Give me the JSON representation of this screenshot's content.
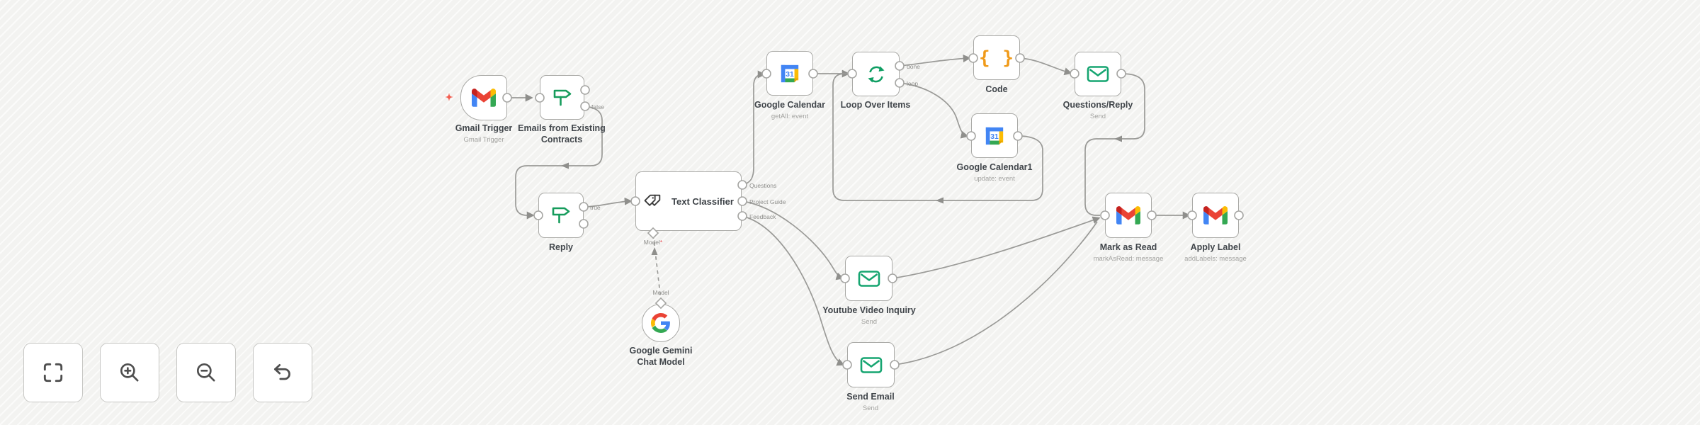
{
  "app": "workflow-editor-canvas",
  "colors": {
    "canvas_bg": "#f3f3f1",
    "node_border": "#a9a9a6",
    "wire": "#9a9a97",
    "switch_green": "#169c5c",
    "email_green": "#16a571",
    "loop_green": "#0f9e63",
    "code_orange": "#f09a19",
    "marker_red": "#f35c4e",
    "google_blue": "#4285f4",
    "google_red": "#ea4335",
    "google_yellow": "#fbbc04",
    "google_green": "#34a853"
  },
  "nodes": {
    "gmail_trigger": {
      "title": "Gmail Trigger",
      "subtitle": "Gmail Trigger"
    },
    "emails_filter": {
      "title": "Emails from Existing Contracts"
    },
    "reply": {
      "title": "Reply"
    },
    "text_classifier": {
      "title": "Text Classifier"
    },
    "google_calendar": {
      "title": "Google Calendar",
      "subtitle": "getAll: event"
    },
    "loop_over_items": {
      "title": "Loop Over Items"
    },
    "code": {
      "title": "Code",
      "glyph": "{ }"
    },
    "questions_reply": {
      "title": "Questions/Reply",
      "subtitle": "Send"
    },
    "google_calendar_1": {
      "title": "Google Calendar1",
      "subtitle": "update: event"
    },
    "youtube_video_inquiry": {
      "title": "Youtube Video Inquiry",
      "subtitle": "Send"
    },
    "send_email": {
      "title": "Send Email",
      "subtitle": "Send"
    },
    "mark_as_read": {
      "title": "Mark as Read",
      "subtitle": "markAsRead: message"
    },
    "apply_label": {
      "title": "Apply Label",
      "subtitle": "addLabels: message"
    },
    "gemini_model": {
      "title": "Google Gemini Chat Model"
    }
  },
  "port_labels": {
    "emails_false": "false",
    "reply_true": "true",
    "questions": "Questions",
    "project_guide": "Project Guide",
    "feedback": "Feedback",
    "done": "done",
    "loop": "loop",
    "model_input": "Model",
    "required_mark": "*",
    "model_output": "Model",
    "calendar_day": "31"
  },
  "controls": {
    "zoom_to_fit": "zoom-to-fit",
    "zoom_in": "zoom-in",
    "zoom_out": "zoom-out",
    "reset_zoom": "reset-zoom"
  }
}
